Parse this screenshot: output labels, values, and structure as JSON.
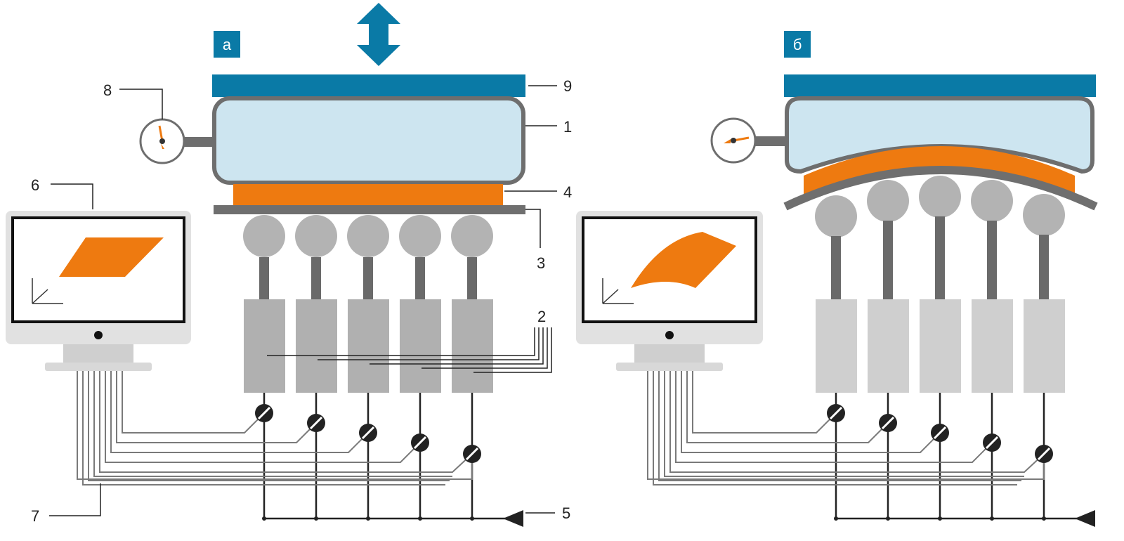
{
  "panels": {
    "a": {
      "label": "а"
    },
    "b": {
      "label": "б"
    }
  },
  "callouts": {
    "c1": "1",
    "c2": "2",
    "c3": "3",
    "c4": "4",
    "c5": "5",
    "c6": "6",
    "c7": "7",
    "c8": "8",
    "c9": "9"
  },
  "colors": {
    "plate_blue": "#0a7aa6",
    "bag_fill": "#cde5f0",
    "bag_stroke": "#6e6e6e",
    "orange": "#ee7a10",
    "piston_gray": "#b3b3b3",
    "rod_gray": "#6a6a6a",
    "actuator_gray_a": "#b0b0b0",
    "actuator_gray_b": "#cfcfcf",
    "monitor_frame": "#e1e1e1",
    "wire_gray": "#7a7a7a"
  },
  "icons": [
    "up-down-arrow-icon",
    "pressure-gauge-icon",
    "monitor-icon",
    "valve-icon",
    "ground-triangle-icon",
    "axis-icon"
  ]
}
